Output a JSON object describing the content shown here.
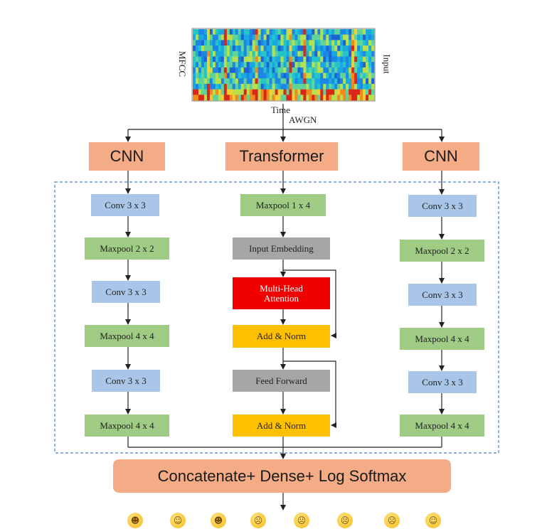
{
  "input": {
    "y_label": "MFCC",
    "x_label": "Time",
    "side_label": "Input",
    "noise_label": "AWGN"
  },
  "branches": {
    "left_title": "CNN",
    "middle_title": "Transformer",
    "right_title": "CNN"
  },
  "left_cnn": [
    "Conv 3 x 3",
    "Maxpool 2 x 2",
    "Conv 3 x 3",
    "Maxpool 4 x 4",
    "Conv 3 x 3",
    "Maxpool 4 x 4"
  ],
  "right_cnn": [
    "Conv 3 x 3",
    "Maxpool 2 x 2",
    "Conv 3 x 3",
    "Maxpool 4 x 4",
    "Conv 3 x 3",
    "Maxpool 4 x 4"
  ],
  "transformer": {
    "maxpool": "Maxpool 1 x 4",
    "embedding": "Input Embedding",
    "attention": "Multi-Head Attention",
    "add_norm_1": "Add & Norm",
    "feed_forward": "Feed Forward",
    "add_norm_2": "Add & Norm"
  },
  "output": {
    "label": "Concatenate+ Dense+ Log Softmax"
  },
  "emotions": [
    "happy-emoji",
    "calm-emoji",
    "playful-emoji",
    "sad-emoji",
    "angry-emoji",
    "fearful-emoji",
    "disgust-emoji",
    "surprised-emoji"
  ],
  "colors": {
    "conv": "#a9c6e8",
    "maxpool": "#9fcb85",
    "embedding": "#a6a6a6",
    "attention": "#f20000",
    "norm": "#ffc000",
    "header": "#f3ac86",
    "dashed_border": "#4f81bd"
  }
}
